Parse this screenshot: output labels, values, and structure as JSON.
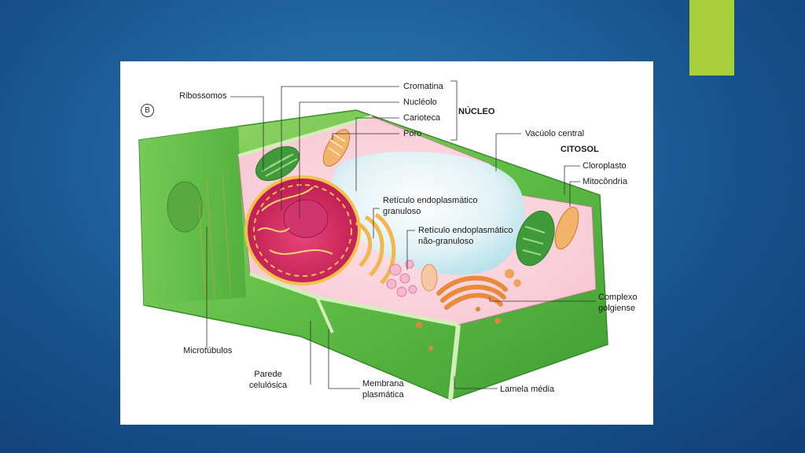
{
  "slide": {
    "accent_color": "#a6cf3a",
    "background_color": "#1f64a0"
  },
  "figure": {
    "panel_tag": "B",
    "labels": {
      "ribossomos": "Ribossomos",
      "cromatina": "Cromatina",
      "nucleolo": "Nucléolo",
      "carioteca": "Carioteca",
      "poro": "Poro",
      "nucleo": "NÚCLEO",
      "vacuolo_central": "Vacúolo central",
      "citosol": "CITOSOL",
      "cloroplasto": "Cloroplasto",
      "mitocondria": "Mitocôndria",
      "reticulo_granuloso_1": "Retículo endoplasmático",
      "reticulo_granuloso_2": "granuloso",
      "reticulo_nao_granuloso_1": "Retículo endoplasmático",
      "reticulo_nao_granuloso_2": "não-granuloso",
      "complexo_1": "Complexo",
      "complexo_2": "golgiense",
      "microtubulos": "Microtúbulos",
      "parede_1": "Parede",
      "parede_2": "celulósica",
      "membrana_1": "Membrana",
      "membrana_2": "plasmática",
      "lamela_media": "Lamela média"
    }
  }
}
